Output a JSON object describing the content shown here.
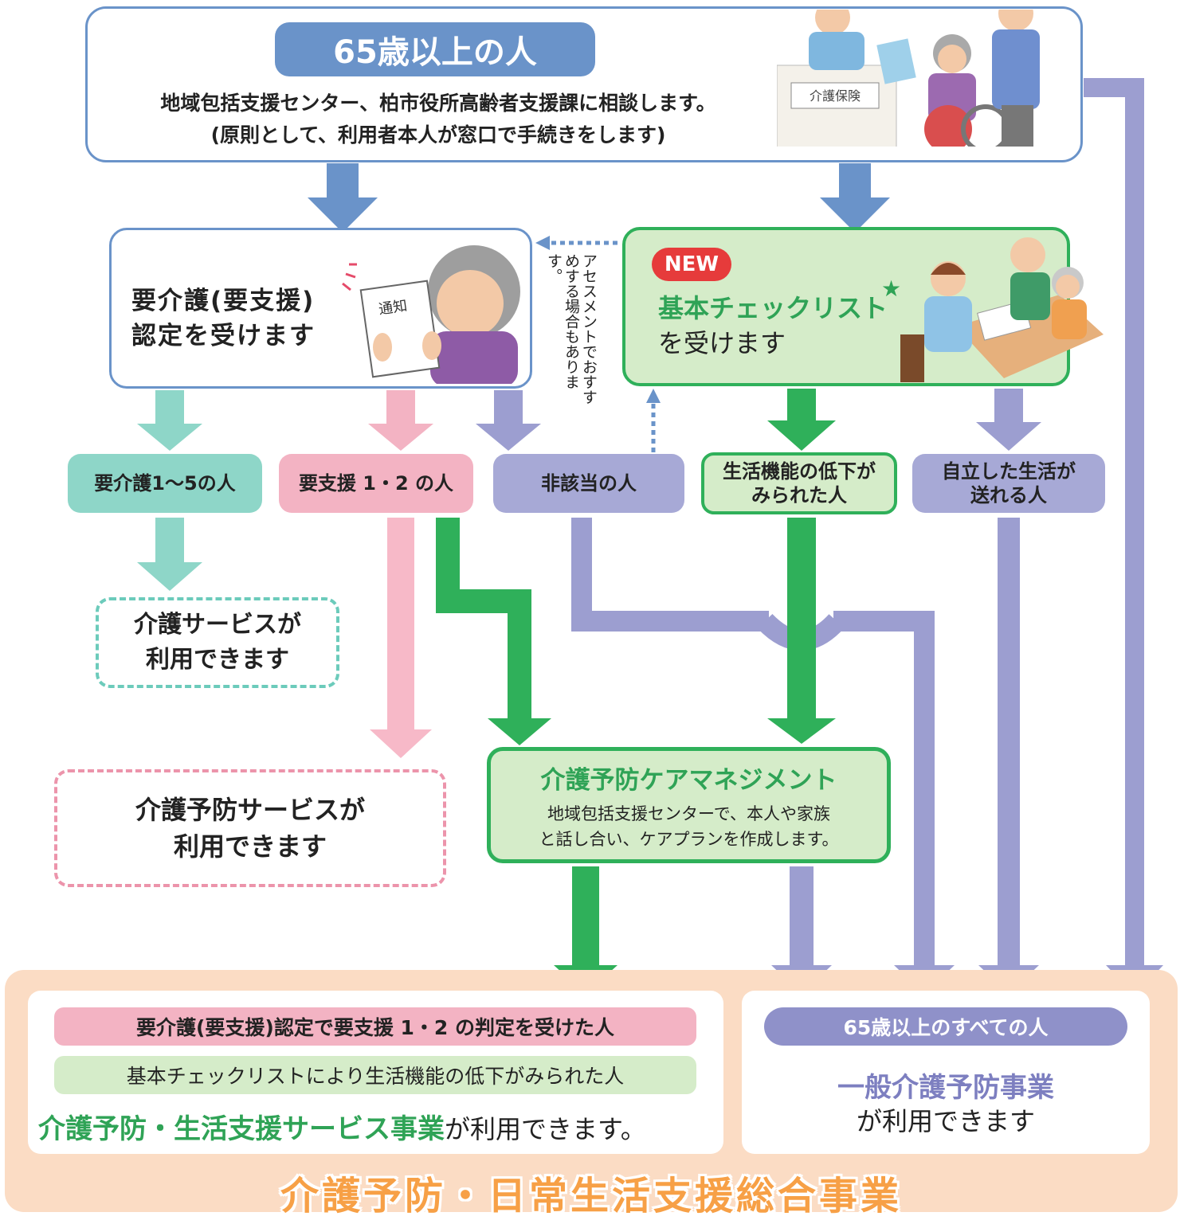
{
  "top": {
    "title": "65歳以上の人",
    "line1": "地域包括支援センター、柏市役所高齢者支援課に相談します。",
    "line2": "(原則として、利用者本人が窓口で手続きをします)",
    "counter_sign": "介護保険"
  },
  "certification": {
    "line1": "要介護(要支援)",
    "line2": "認定を受けます",
    "notice_paper": "通知"
  },
  "assessment_note": "アセスメントでおすすめする場合もあります。",
  "checklist": {
    "badge": "NEW",
    "title": "基本チェックリスト",
    "star": "★",
    "subtitle": "を受けます"
  },
  "categories": {
    "care15": "要介護1〜5の人",
    "support12": "要支援 1・2 の人",
    "nonapplicable": "非該当の人",
    "decline_l1": "生活機能の低下が",
    "decline_l2": "みられた人",
    "independent_l1": "自立した生活が",
    "independent_l2": "送れる人"
  },
  "care_service": {
    "line1": "介護サービスが",
    "line2": "利用できます"
  },
  "prevention_service": {
    "line1": "介護予防サービスが",
    "line2": "利用できます"
  },
  "management": {
    "title": "介護予防ケアマネジメント",
    "desc1": "地域包括支援センターで、本人や家族",
    "desc2": "と話し合い、ケアプランを作成します。"
  },
  "bottom_left": {
    "tag_support": "要介護(要支援)認定で要支援 1・2 の判定を受けた人",
    "tag_checklist": "基本チェックリストにより生活機能の低下がみられた人",
    "service_strong": "介護予防・生活支援サービス事業",
    "service_rest": "が利用できます。"
  },
  "bottom_right": {
    "tag_all": "65歳以上のすべての人",
    "title": "一般介護予防事業",
    "subtitle": "が利用できます"
  },
  "footer_title": "介護予防・日常生活支援総合事業",
  "colors": {
    "blue": "#6a93c9",
    "green": "#2fb05a",
    "light_green": "#d5ecc9",
    "teal": "#8ed6c8",
    "pink": "#f3b3c3",
    "lavender": "#a7a9d6",
    "peach": "#fbdcc4",
    "orange": "#f7a046"
  }
}
